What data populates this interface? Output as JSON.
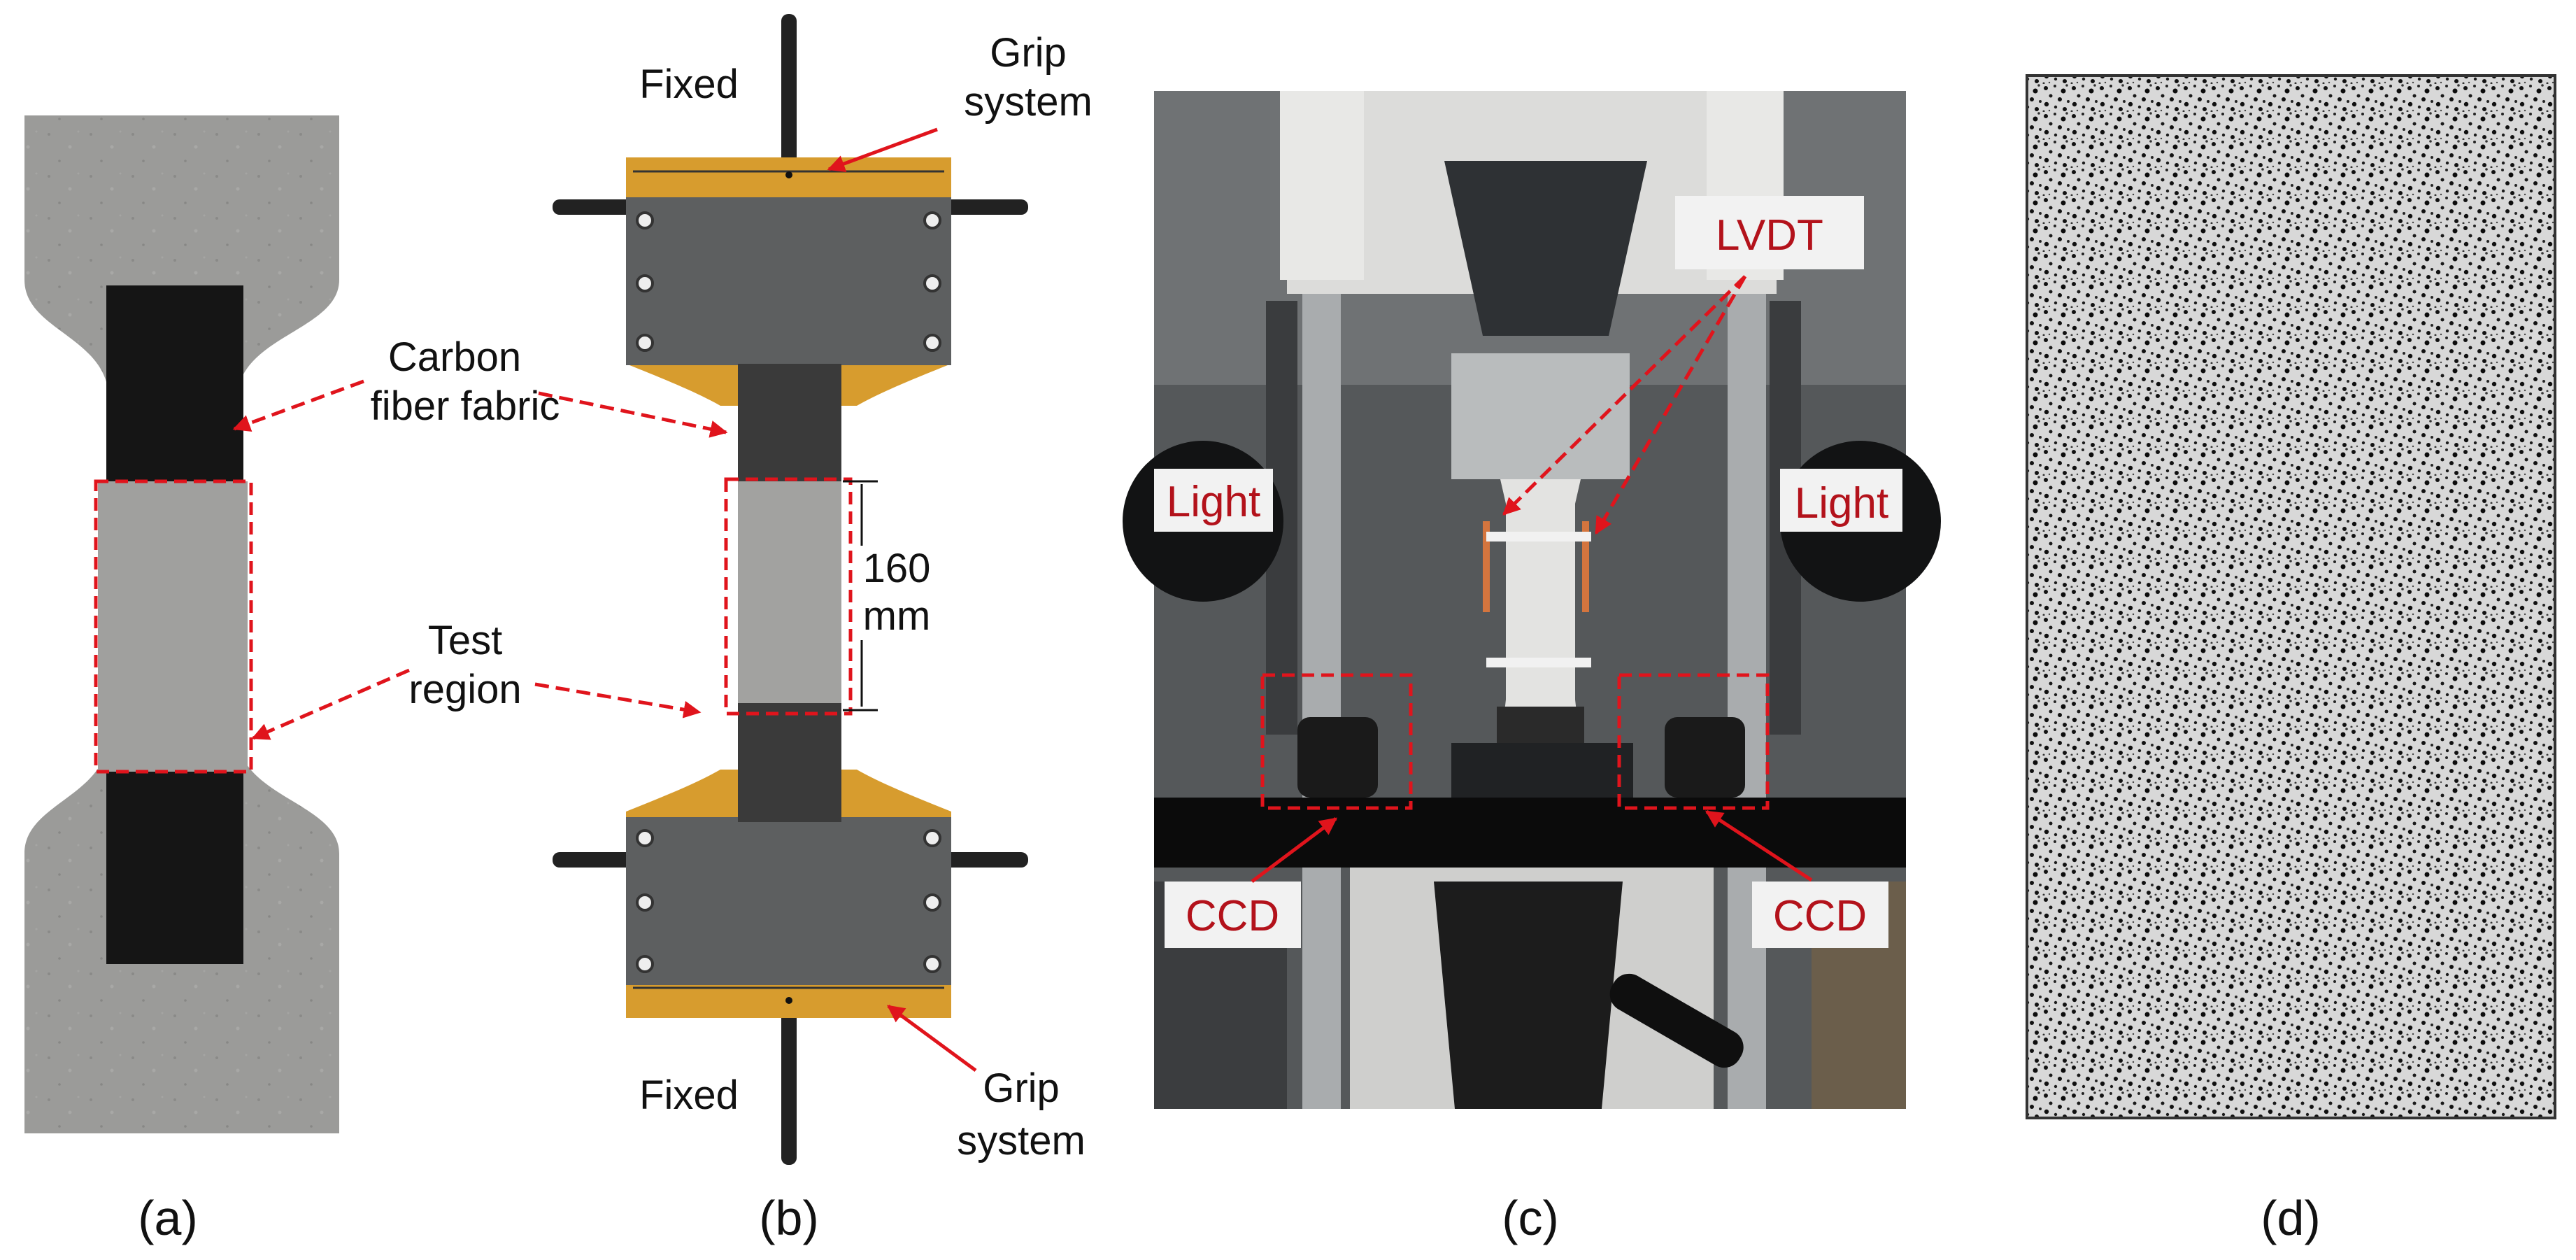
{
  "panels": {
    "a": {
      "caption": "(a)"
    },
    "b": {
      "caption": "(b)"
    },
    "c": {
      "caption": "(c)"
    },
    "d": {
      "caption": "(d)"
    }
  },
  "labels": {
    "carbon_line1": "Carbon",
    "carbon_line2": "fiber fabric",
    "test_line1": "Test",
    "test_line2": "region",
    "fixed_top": "Fixed",
    "fixed_bottom": "Fixed",
    "grip_top_line1": "Grip",
    "grip_top_line2": "system",
    "grip_bottom_line1": "Grip",
    "grip_bottom_line2": "system",
    "dim_value": "160",
    "dim_unit": "mm",
    "lvdt": "LVDT",
    "light_left": "Light",
    "light_right": "Light",
    "ccd_left": "CCD",
    "ccd_right": "CCD"
  },
  "colors": {
    "concrete": "#9a9a98",
    "carbon": "#161616",
    "grip": "#d79c2e",
    "plate": "#5d5f60",
    "annotation_red": "#e0141c",
    "label_red": "#b3121b"
  }
}
